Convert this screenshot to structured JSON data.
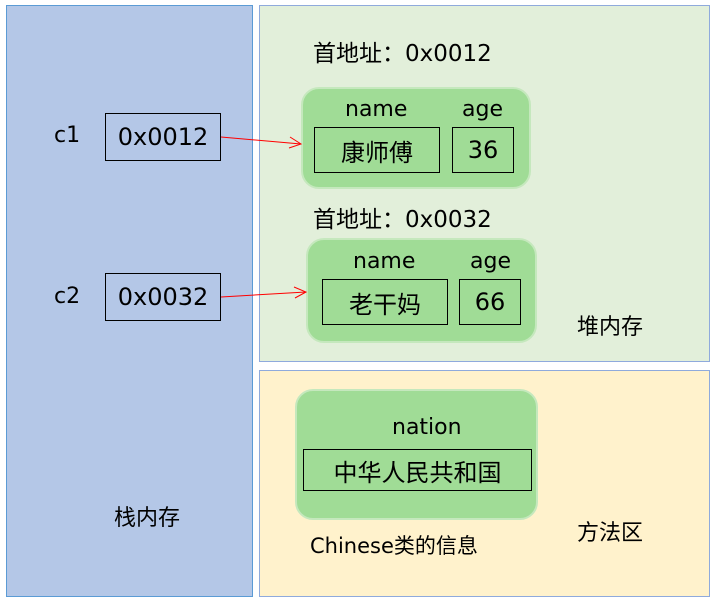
{
  "stack": {
    "label": "栈内存",
    "vars": [
      {
        "name": "c1",
        "value": "0x0012"
      },
      {
        "name": "c2",
        "value": "0x0032"
      }
    ]
  },
  "heap": {
    "label": "堆内存",
    "objects": [
      {
        "address_label": "首地址：0x0012",
        "name_header": "name",
        "age_header": "age",
        "name": "康师傅",
        "age": "36"
      },
      {
        "address_label": "首地址：0x0032",
        "name_header": "name",
        "age_header": "age",
        "name": "老干妈",
        "age": "66"
      }
    ]
  },
  "method_area": {
    "label": "方法区",
    "class_info": {
      "field": "nation",
      "value": "中华人民共和国",
      "caption": "Chinese类的信息"
    }
  },
  "colors": {
    "stack": "#b4c7e7",
    "heap": "#e2efda",
    "method_area": "#fff2cc",
    "object": "#a0dc96",
    "arrow": "#ff0000"
  }
}
